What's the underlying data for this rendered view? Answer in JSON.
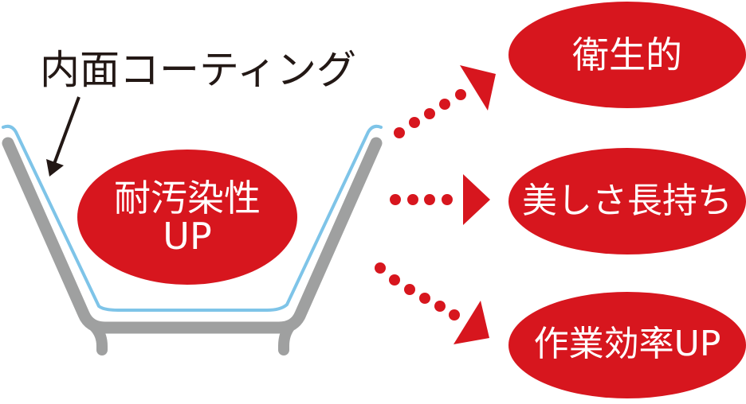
{
  "colors": {
    "accent_red": "#D7161E",
    "tub_gray": "#9FA0A0",
    "coating_blue": "#7EC4E8",
    "label_black": "#231815",
    "text_white": "#FFFFFF"
  },
  "diagram": {
    "coating_label": "内面コーティング",
    "center": {
      "line1": "耐汚染性",
      "line2": "UP"
    },
    "benefits": [
      {
        "label": "衛生的",
        "arrow_direction": "up-right"
      },
      {
        "label": "美しさ長持ち",
        "arrow_direction": "right"
      },
      {
        "label": "作業効率UP",
        "arrow_direction": "down-right"
      }
    ]
  }
}
